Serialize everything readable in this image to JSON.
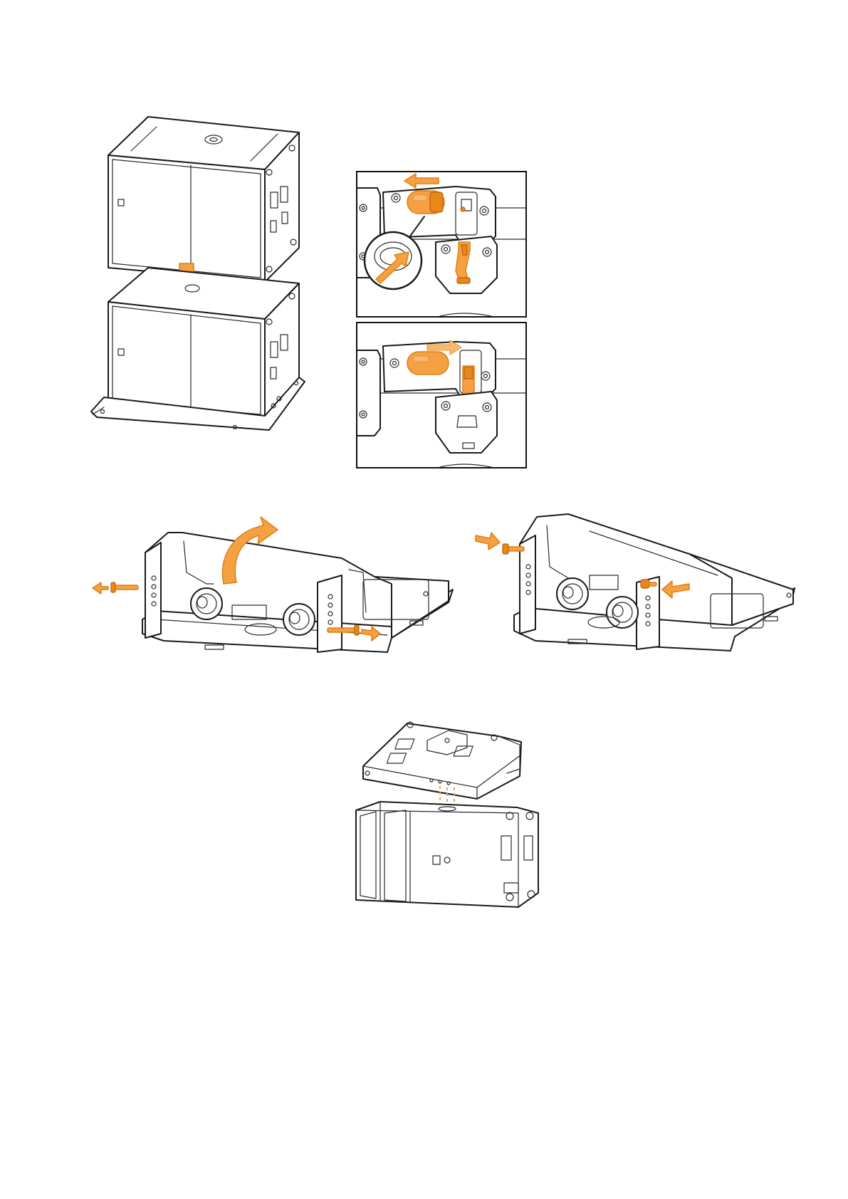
{
  "accent_color": "#F5A042",
  "line_color": "#1a1a1a",
  "background_color": "#ffffff",
  "figures": [
    {
      "id": "step-stack-subwoofers",
      "icon": "down-arrow-icon"
    },
    {
      "id": "step-latch-unlock-detail",
      "icon": "left-arrow-icon"
    },
    {
      "id": "step-latch-lock-detail",
      "icon": "right-arrow-icon"
    },
    {
      "id": "step-remove-pins-rotate-frame",
      "icon": "rotate-arrow-icon"
    },
    {
      "id": "step-insert-pins",
      "icon": "push-arrow-icon"
    },
    {
      "id": "step-attach-frame-to-cabinet",
      "icon": "dashed-guide-icon"
    }
  ]
}
